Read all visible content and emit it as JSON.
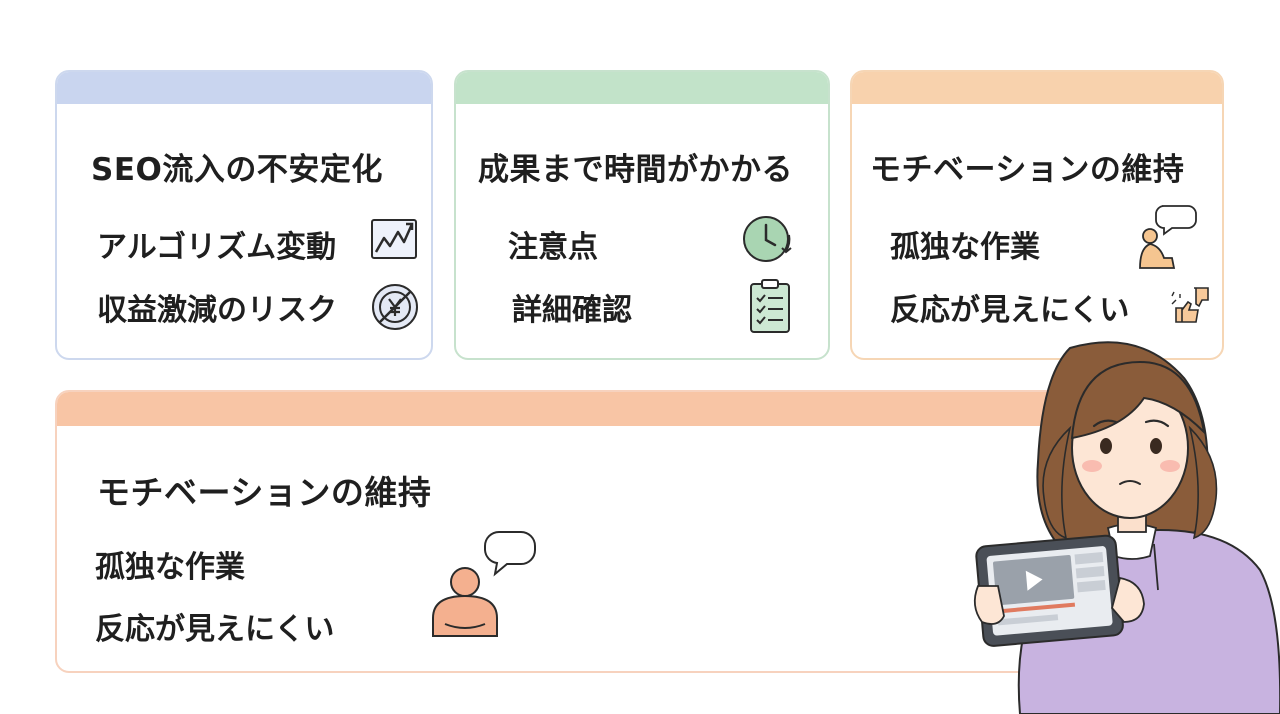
{
  "cards": {
    "seo": {
      "title": "SEO流入の不安定化",
      "items": [
        {
          "label": "アルゴリズム変動",
          "icon": "trend-chart-icon"
        },
        {
          "label": "収益激減のリスク",
          "icon": "no-yen-icon"
        }
      ]
    },
    "time": {
      "title": "成果まで時間がかかる",
      "items": [
        {
          "label": "注意点",
          "icon": "clock-icon"
        },
        {
          "label": "詳細確認",
          "icon": "checklist-icon"
        }
      ]
    },
    "motivation": {
      "title": "モチベーションの維持",
      "items": [
        {
          "label": "孤独な作業",
          "icon": "lonely-person-icon"
        },
        {
          "label": "反応が見えにくい",
          "icon": "thumbs-icon"
        }
      ]
    },
    "wide": {
      "title": "モチベーションの維持",
      "items": [
        {
          "label": "孤独な作業"
        },
        {
          "label": "反応が見えにくい"
        }
      ],
      "icon": "person-speech-bubble-icon"
    }
  },
  "colors": {
    "blue_band": "#c9d5ef",
    "green_band": "#c2e3c9",
    "orange_band": "#f8d2ad",
    "salmon_band": "#f8c5a5"
  },
  "illustration": "worried-woman-with-tablet"
}
